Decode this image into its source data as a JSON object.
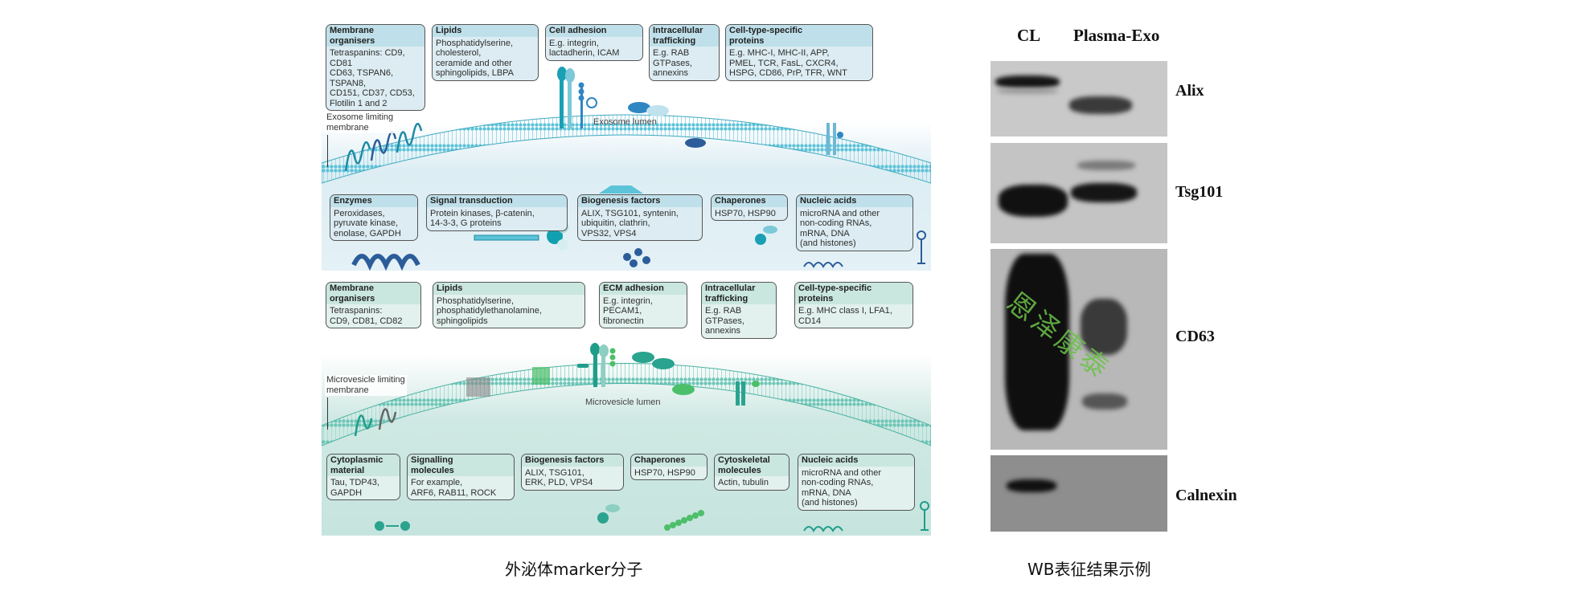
{
  "exosome_panel": {
    "membrane_label": "Exosome limiting\nmembrane",
    "lumen_label": "Exosome lumen",
    "colors": {
      "membrane": "#4fb8cf",
      "protein_dark": "#2c5d9a",
      "protein_teal": "#1aa0b4"
    },
    "outer_boxes": [
      {
        "title": "Membrane\norganisers",
        "body": "Tetraspanins: CD9, CD81\nCD63, TSPAN6, TSPAN8,\nCD151, CD37, CD53,\nFlotilin 1 and 2"
      },
      {
        "title": "Lipids",
        "body": "Phosphatidylserine,\ncholesterol,\nceramide and other\nsphingolipids, LBPA"
      },
      {
        "title": "Cell adhesion",
        "body": "E.g. integrin,\nlactadherin, ICAM"
      },
      {
        "title": "Intracellular\ntrafficking",
        "body": "E.g. RAB\nGTPases,\nannexins"
      },
      {
        "title": "Cell-type-specific\nproteins",
        "body": "E.g. MHC-I, MHC-II, APP,\nPMEL, TCR, FasL, CXCR4,\nHSPG, CD86, PrP, TFR, WNT"
      }
    ],
    "inner_boxes": [
      {
        "title": "Enzymes",
        "body": "Peroxidases,\npyruvate kinase,\nenolase, GAPDH"
      },
      {
        "title": "Signal transduction",
        "body": "Protein kinases, β-catenin,\n14-3-3, G proteins"
      },
      {
        "title": "Biogenesis factors",
        "body": "ALIX, TSG101, syntenin,\nubiquitin, clathrin,\nVPS32, VPS4"
      },
      {
        "title": "Chaperones",
        "body": "HSP70, HSP90"
      },
      {
        "title": "Nucleic acids",
        "body": "microRNA and other\nnon-coding RNAs,\nmRNA, DNA\n(and histones)"
      }
    ]
  },
  "microvesicle_panel": {
    "membrane_label": "Microvesicle limiting\nmembrane",
    "lumen_label": "Microvesicle lumen",
    "colors": {
      "membrane": "#5fbfb0",
      "protein_teal": "#2aa38f",
      "protein_green": "#4cbf6a"
    },
    "outer_boxes": [
      {
        "title": "Membrane\norganisers",
        "body": "Tetraspanins:\nCD9, CD81, CD82"
      },
      {
        "title": "Lipids",
        "body": "Phosphatidylserine,\nphosphatidylethanolamine,\nsphingolipids"
      },
      {
        "title": "ECM adhesion",
        "body": "E.g. integrin,\nPECAM1,\nfibronectin"
      },
      {
        "title": "Intracellular\ntrafficking",
        "body": "E.g. RAB\nGTPases,\nannexins"
      },
      {
        "title": "Cell-type-specific\nproteins",
        "body": "E.g. MHC class I, LFA1,\nCD14"
      }
    ],
    "inner_boxes": [
      {
        "title": "Cytoplasmic\nmaterial",
        "body": "Tau, TDP43,\nGAPDH"
      },
      {
        "title": "Signalling\nmolecules",
        "body": "For example,\nARF6, RAB11, ROCK"
      },
      {
        "title": "Biogenesis factors",
        "body": "ALIX, TSG101,\nERK, PLD, VPS4"
      },
      {
        "title": "Chaperones",
        "body": "HSP70, HSP90"
      },
      {
        "title": "Cytoskeletal\nmolecules",
        "body": "Actin, tubulin"
      },
      {
        "title": "Nucleic acids",
        "body": "microRNA and other\nnon-coding RNAs,\nmRNA, DNA\n(and histones)"
      }
    ]
  },
  "western_blot": {
    "lanes": [
      "CL",
      "Plasma-Exo"
    ],
    "blots": [
      {
        "label": "Alix"
      },
      {
        "label": "Tsg101"
      },
      {
        "label": "CD63"
      },
      {
        "label": "Calnexin"
      }
    ],
    "watermark": "恩泽康泰"
  },
  "captions": {
    "left": "外泌体marker分子",
    "right": "WB表征结果示例"
  }
}
